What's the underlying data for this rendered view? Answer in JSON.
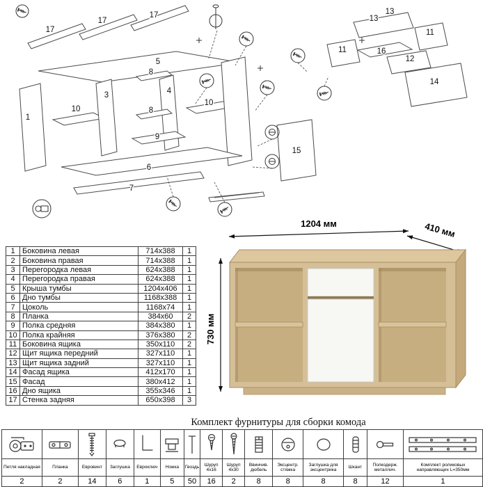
{
  "colors": {
    "oak": "#d5bf97",
    "oak_dark": "#c3a97c",
    "front_white": "#f7f7f4"
  },
  "diagram": {
    "cabinet_labels": [
      "17",
      "17",
      "17",
      "5",
      "1",
      "3",
      "10",
      "8",
      "4",
      "8",
      "9",
      "10",
      "6",
      "7",
      "15"
    ],
    "drawer_labels": [
      "13",
      "13",
      "11",
      "11",
      "16",
      "12",
      "14"
    ]
  },
  "product": {
    "width_label": "1204 мм",
    "depth_label": "410 мм",
    "height_label": "730 мм"
  },
  "parts_table": {
    "rows": [
      {
        "num": "1",
        "name": "Боковина левая",
        "size": "714x388",
        "qty": "1"
      },
      {
        "num": "2",
        "name": "Боковина правая",
        "size": "714x388",
        "qty": "1"
      },
      {
        "num": "3",
        "name": "Перегородка левая",
        "size": "624x388",
        "qty": "1"
      },
      {
        "num": "4",
        "name": "Перегородка правая",
        "size": "624x388",
        "qty": "1"
      },
      {
        "num": "5",
        "name": "Крыша тумбы",
        "size": "1204x406",
        "qty": "1"
      },
      {
        "num": "6",
        "name": "Дно тумбы",
        "size": "1168x388",
        "qty": "1"
      },
      {
        "num": "7",
        "name": "Цоколь",
        "size": "1168x74",
        "qty": "1"
      },
      {
        "num": "8",
        "name": "Планка",
        "size": "384x60",
        "qty": "2"
      },
      {
        "num": "9",
        "name": "Полка средняя",
        "size": "384x380",
        "qty": "1"
      },
      {
        "num": "10",
        "name": "Полка крайняя",
        "size": "376x380",
        "qty": "2"
      },
      {
        "num": "11",
        "name": "Боковина ящика",
        "size": "350x110",
        "qty": "2"
      },
      {
        "num": "12",
        "name": "Щит ящика передний",
        "size": "327x110",
        "qty": "1"
      },
      {
        "num": "13",
        "name": "Щит ящика задний",
        "size": "327x110",
        "qty": "1"
      },
      {
        "num": "14",
        "name": "Фасад ящика",
        "size": "412x170",
        "qty": "1"
      },
      {
        "num": "15",
        "name": "Фасад",
        "size": "380x412",
        "qty": "1"
      },
      {
        "num": "16",
        "name": "Дно ящика",
        "size": "355x346",
        "qty": "1"
      },
      {
        "num": "17",
        "name": "Стенка задняя",
        "size": "650x398",
        "qty": "3"
      }
    ]
  },
  "hardware": {
    "title": "Комплект фурнитуры для сборки комода",
    "items": [
      {
        "name": "Петля накладная",
        "qty": "2"
      },
      {
        "name": "Планка",
        "qty": "2"
      },
      {
        "name": "Евровинт",
        "qty": "14"
      },
      {
        "name": "Заглушка",
        "qty": "6"
      },
      {
        "name": "Евроключ",
        "qty": "1"
      },
      {
        "name": "Ножка",
        "qty": "5"
      },
      {
        "name": "Гвоздь",
        "qty": "50"
      },
      {
        "name": "Шуруп 4x16",
        "qty": "16"
      },
      {
        "name": "Шуруп 4x30",
        "qty": "2"
      },
      {
        "name": "Ввинчив. дюбель",
        "qty": "8"
      },
      {
        "name": "Эксцентр. стяжка",
        "qty": "8"
      },
      {
        "name": "Заглушка для эксцентрика",
        "qty": "8"
      },
      {
        "name": "Шкант",
        "qty": "8"
      },
      {
        "name": "Полкодерж. металлич.",
        "qty": "12"
      },
      {
        "name": "Комплект роликовых направляющих L=350мм",
        "qty": "1"
      }
    ]
  }
}
